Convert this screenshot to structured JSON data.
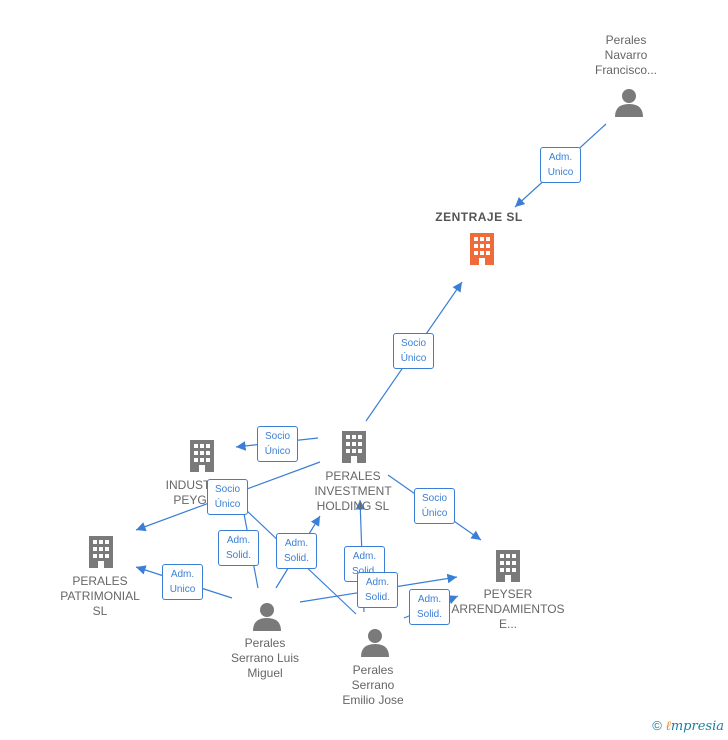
{
  "colors": {
    "edge": "#3a7fd5",
    "node": "#7a7a7a",
    "highlight": "#f06a3a"
  },
  "nodes": {
    "perales_navarro": {
      "label": "Perales\nNavarro\nFrancisco...",
      "type": "person-icon"
    },
    "zentraje": {
      "label": "ZENTRAJE  SL",
      "type": "building-icon"
    },
    "investment": {
      "label": "PERALES\nINVESTMENT\nHOLDING  SL",
      "type": "building-icon"
    },
    "industrias": {
      "label": "INDUSTRIAS\nPEYGRAF",
      "type": "building-icon"
    },
    "patrimonial": {
      "label": "PERALES\nPATRIMONIAL\nSL",
      "type": "building-icon"
    },
    "peyser": {
      "label": "PEYSER\nARRENDAMIENTOS\nE...",
      "type": "building-icon"
    },
    "luis_miguel": {
      "label": "Perales\nSerrano Luis\nMiguel",
      "type": "person-icon"
    },
    "emilio_jose": {
      "label": "Perales\nSerrano\nEmilio Jose",
      "type": "person-icon"
    }
  },
  "edges": {
    "e1": "Adm.\nUnico",
    "e2": "Socio\nÚnico",
    "e3": "Socio\nÚnico",
    "e4": "Socio\nÚnico",
    "e5": "Socio\nÚnico",
    "e6": "Adm.\nSolid.",
    "e7": "Adm.\nSolid.",
    "e8": "Adm.\nUnico",
    "e9": "Adm.\nSolid.",
    "e10": "Adm.\nSolid.",
    "e11": "Adm.\nSolid."
  },
  "brand": {
    "copyright": "©",
    "e": "ℓ",
    "rest": "mpresia"
  }
}
